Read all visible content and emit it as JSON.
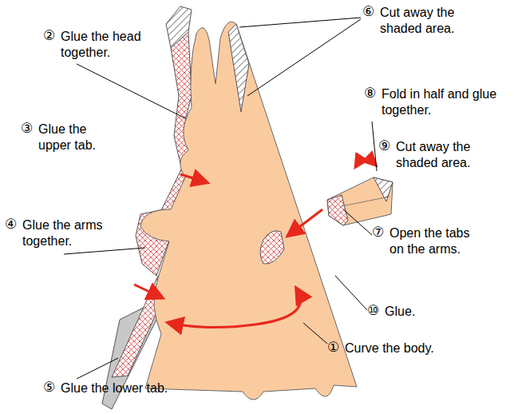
{
  "diagram": {
    "labels": [
      "①",
      "Curve the body.",
      "②",
      "Glue the head together.",
      "③",
      "Glue the upper tab.",
      "④",
      "Glue the arms together.",
      "⑤",
      "Glue the lower tab.",
      "⑥",
      "Cut away the shaded area.",
      "⑦",
      "Open the tabs on the arms.",
      "⑧",
      "Fold in half and glue together.",
      "⑨",
      "Cut away the shaded area.",
      "⑩",
      "Glue."
    ]
  }
}
